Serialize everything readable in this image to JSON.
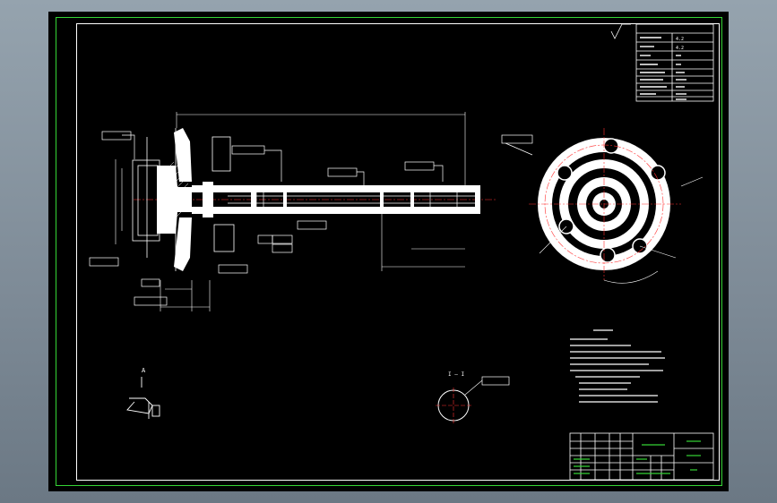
{
  "section_label": "I — I",
  "view_label": "A",
  "table_numbers": [
    "4.2",
    "4.2"
  ],
  "colors": {
    "background": "#000000",
    "frame": "#35d435",
    "lines": "#ffffff",
    "centerline": "#ff3030",
    "dimension": "#ffffff"
  }
}
